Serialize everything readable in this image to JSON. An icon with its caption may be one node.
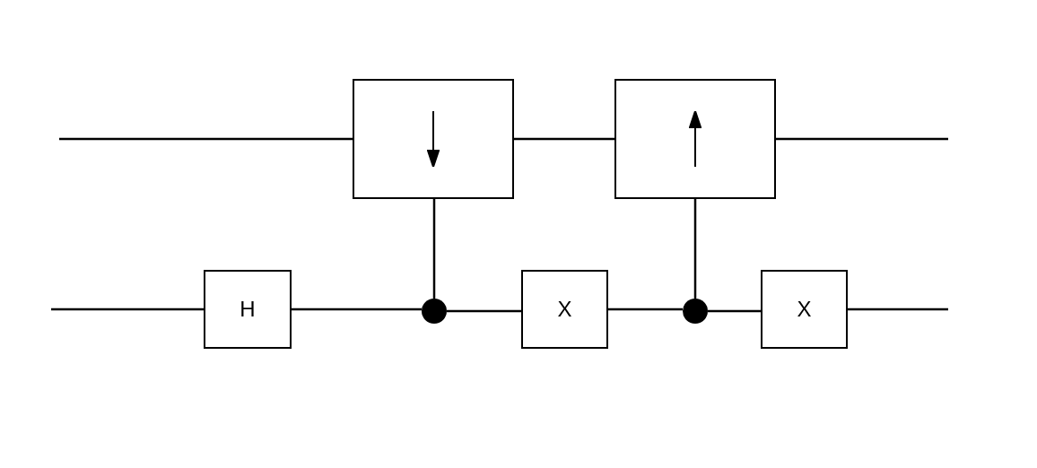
{
  "diagram": {
    "nodes": [
      {
        "text": [],
        "shape": "box"
      },
      {
        "text": [],
        "shape": "box"
      },
      {
        "text": [
          "H"
        ]
      },
      {
        "text": [],
        "shape": "circle"
      },
      {
        "text": [
          "X"
        ]
      },
      {
        "text": [],
        "shape": "circle"
      },
      {
        "text": [
          "X"
        ]
      }
    ],
    "edges": [
      {
        "from": null,
        "to": 0,
        "arrow": "none"
      },
      {
        "from": 0,
        "to": 1,
        "arrow": "none"
      },
      {
        "from": 1,
        "to": null,
        "arrow": "none"
      },
      {
        "from": null,
        "to": 2,
        "arrow": "none"
      },
      {
        "from": 2,
        "to": 3,
        "arrow": "none"
      },
      {
        "from": 3,
        "to": 4,
        "arrow": "none"
      },
      {
        "from": 4,
        "to": 5,
        "arrow": "none"
      },
      {
        "from": 5,
        "to": 6,
        "arrow": "none"
      },
      {
        "from": 6,
        "to": null,
        "arrow": "none"
      },
      {
        "from": 3,
        "to": 0,
        "arrow": "none"
      },
      {
        "from": 5,
        "to": 1,
        "arrow": "none"
      }
    ]
  }
}
